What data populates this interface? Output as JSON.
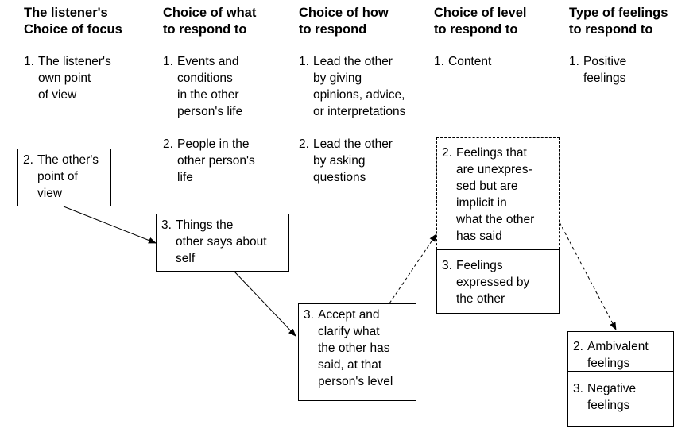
{
  "columns": [
    {
      "header": "The listener's\nChoice of focus",
      "options": [
        {
          "num": "1.",
          "text": "The listener's\nown point\nof view"
        },
        {
          "num": "2.",
          "text": "The other's\npoint of\nview"
        }
      ]
    },
    {
      "header": "Choice of what\nto respond to",
      "options": [
        {
          "num": "1.",
          "text": "Events and\nconditions\nin the other\nperson's life"
        },
        {
          "num": "2.",
          "text": "People in the\nother person's\nlife"
        },
        {
          "num": "3.",
          "text": "Things the\nother says about\nself"
        }
      ]
    },
    {
      "header": "Choice of how\nto respond",
      "options": [
        {
          "num": "1.",
          "text": "Lead the other\nby giving\nopinions, advice,\nor interpretations"
        },
        {
          "num": "2.",
          "text": "Lead the other\nby asking\nquestions"
        },
        {
          "num": "3.",
          "text": "Accept and\nclarify what\nthe other has\nsaid, at that\nperson's level"
        }
      ]
    },
    {
      "header": "Choice of level\nto respond to",
      "options": [
        {
          "num": "1.",
          "text": "Content"
        },
        {
          "num": "2.",
          "text": "Feelings that\nare unexpres-\nsed but are\nimplicit in\nwhat the other\nhas said"
        },
        {
          "num": "3.",
          "text": "Feelings\nexpressed by\nthe other"
        }
      ]
    },
    {
      "header": "Type of feelings\nto respond to",
      "options": [
        {
          "num": "1.",
          "text": "Positive\nfeelings"
        },
        {
          "num": "2.",
          "text": "Ambivalent\nfeelings"
        },
        {
          "num": "3.",
          "text": "Negative\nfeelings"
        }
      ]
    }
  ]
}
